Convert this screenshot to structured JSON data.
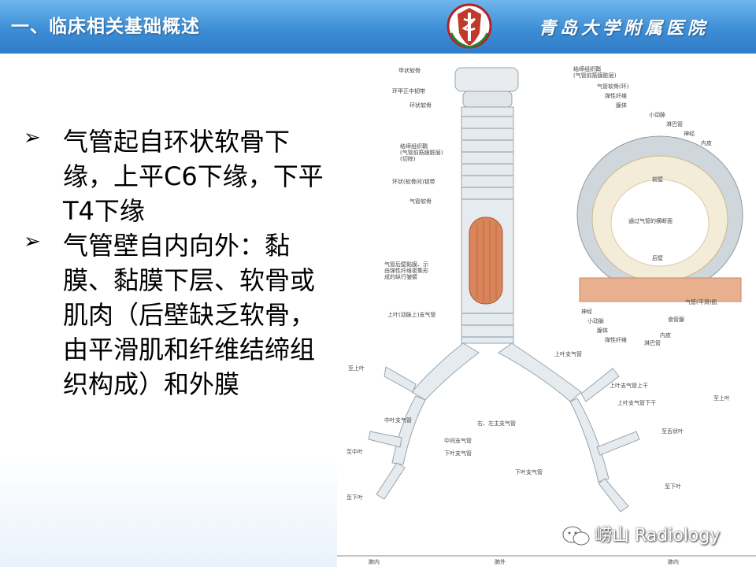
{
  "header": {
    "title": "一、临床相关基础概述",
    "hospital": "青岛大学附属医院"
  },
  "bullets": [
    {
      "text": "气管起自环状软骨下缘，上平C6下缘，下平T4下缘"
    },
    {
      "text": "气管壁自内向外：黏膜、黏膜下层、软骨或肌肉（后壁缺乏软骨，由平滑肌和纤维结缔组织构成）和外膜"
    }
  ],
  "figure": {
    "labels": {
      "thyroid_cartilage": "甲状软骨",
      "cricothyroid_lig": "环甲正中韧带",
      "cricoid": "环状软骨",
      "adventitia": "结缔组织鞘\n(气管前筋膜脏层)\n(切除)",
      "annular_lig": "环状(软骨间)韧带",
      "tracheal_cartilage": "气管软骨",
      "posterior_wall": "气管后壁黏膜、示\n由弹性纤维密集形\n成的纵行皱襞",
      "right_upper_bronchus": "上叶(动脉上)支气管",
      "right_upper_lobe": "至上叶",
      "middle_bronchus": "中叶支气管",
      "to_middle_lobe": "至中叶",
      "to_lower_lobe": "至下叶",
      "main_bronchi": "右、左主支气管",
      "intermediate_bronchus": "中间支气管",
      "lower_bronchus_r": "下叶支气管",
      "lower_bronchus_l": "下叶支气管",
      "left_upper_bronchus": "上叶支气管",
      "left_upper_trunk": "上叶支气管上干",
      "left_lower_trunk": "上叶支气管下干",
      "lingula": "至舌状叶",
      "left_to_upper": "至上叶",
      "left_to_lower": "至下叶",
      "cs_title": "通过气管的横断面",
      "cs_anterior": "前壁",
      "cs_posterior": "后壁",
      "cs_connective": "结缔组织鞘\n(气管前筋膜脏层)",
      "cs_cartilage": "气管软骨(环)",
      "cs_elastic": "弹性纤维",
      "cs_gland": "腺体",
      "cs_artery": "小动脉",
      "cs_lymph": "淋巴管",
      "cs_nerve": "神经",
      "cs_mucosa": "内皮",
      "cs_muscle": "气管(平滑)肌",
      "cs_esophagus": "食管腺",
      "cs_nerve_b": "神经",
      "cs_artery_b": "小动脉",
      "cs_gland_b": "腺体",
      "cs_elastic_b": "弹性纤维",
      "cs_lymph_b": "淋巴管",
      "cs_mucosa_b": "内皮",
      "bottom_left": "肺内",
      "bottom_mid": "肺外",
      "bottom_right": "肺内"
    }
  },
  "watermark": {
    "text": "崂山 Radiology"
  },
  "colors": {
    "header_top": "#6fb6ec",
    "header_bottom": "#2f7cc7",
    "trachea": "#e6ebef",
    "muscle": "#d9845a",
    "cartilage_ring": "#cfd6dc"
  }
}
